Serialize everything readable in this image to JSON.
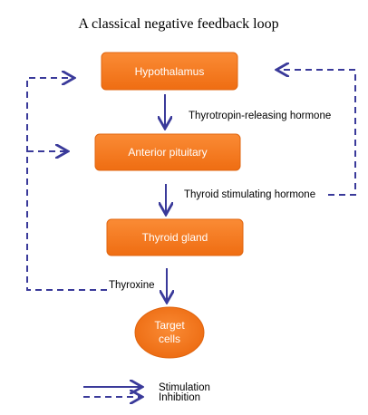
{
  "title": "A classical negative feedback loop",
  "nodes": {
    "hypothalamus": "Hypothalamus",
    "anterior_pituitary": "Anterior pituitary",
    "thyroid_gland": "Thyroid gland",
    "target_cells_line1": "Target",
    "target_cells_line2": "cells"
  },
  "edge_labels": {
    "trh": "Thyrotropin-releasing hormone",
    "tsh": "Thyroid stimulating hormone",
    "thyroxine": "Thyroxine"
  },
  "legend": {
    "stimulation": "Stimulation",
    "inhibition": "Inhibition"
  },
  "colors": {
    "node_fill": "#f47a20",
    "node_stroke": "#e0650f",
    "node_text": "#ffffff",
    "arrow": "#3a3a9a",
    "text": "#000000"
  }
}
